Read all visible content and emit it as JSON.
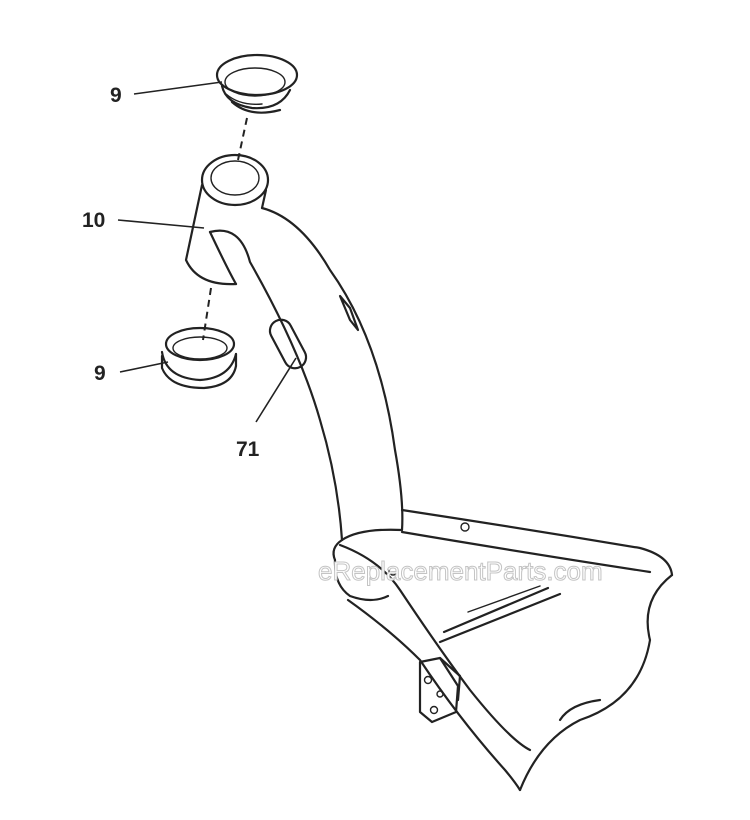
{
  "callouts": {
    "part_9_top": "9",
    "part_10": "10",
    "part_9_bottom": "9",
    "part_71": "71"
  },
  "watermark": "eReplacementParts.com",
  "colors": {
    "line": "#222222",
    "background": "#ffffff",
    "watermark": "#c4c4c4"
  }
}
